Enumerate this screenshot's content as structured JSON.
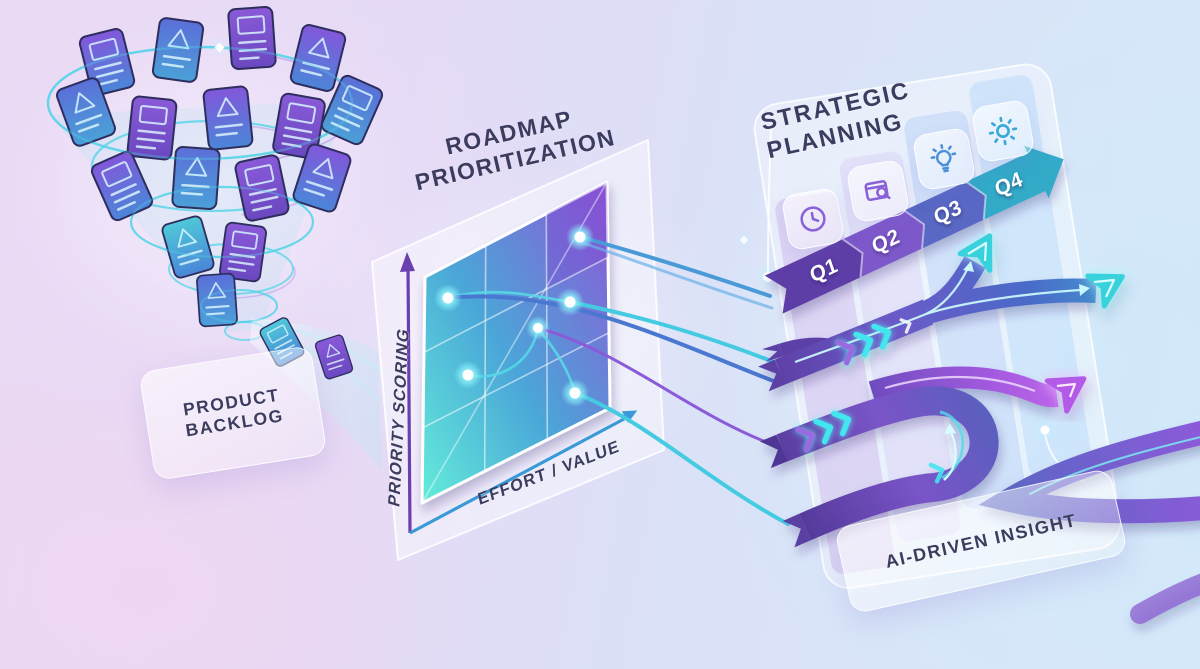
{
  "diagram": {
    "product_backlog": {
      "line1": "PRODUCT",
      "line2": "BACKLOG"
    },
    "roadmap": {
      "line1": "ROADMAP",
      "line2": "PRIORITIZATION",
      "y_axis": "PRIORITY SCORING",
      "x_axis": "EFFORT / VALUE"
    },
    "strategic": {
      "line1": "STRATEGIC",
      "line2": "PLANNING",
      "footer": "AI-DRIVEN INSIGHT",
      "quarters": [
        {
          "label": "Q1",
          "color": "#5d3ea6"
        },
        {
          "label": "Q2",
          "color": "#7d58ca"
        },
        {
          "label": "Q3",
          "color": "#5867c4"
        },
        {
          "label": "Q4",
          "color": "#31aac8"
        }
      ],
      "icons": [
        "clock-icon",
        "document-search-icon",
        "lightbulb-icon",
        "gear-icon"
      ]
    },
    "colors": {
      "background_left": "#ead9f3",
      "background_right": "#d6e9fa",
      "accent_purple": "#6a46b2",
      "accent_cyan": "#3fcbe0",
      "arrow_blue": "#4a6ac8",
      "matrix_teal": "#5fe8dc",
      "matrix_purple": "#9054d6",
      "text_dark": "#3b3c5e"
    }
  }
}
